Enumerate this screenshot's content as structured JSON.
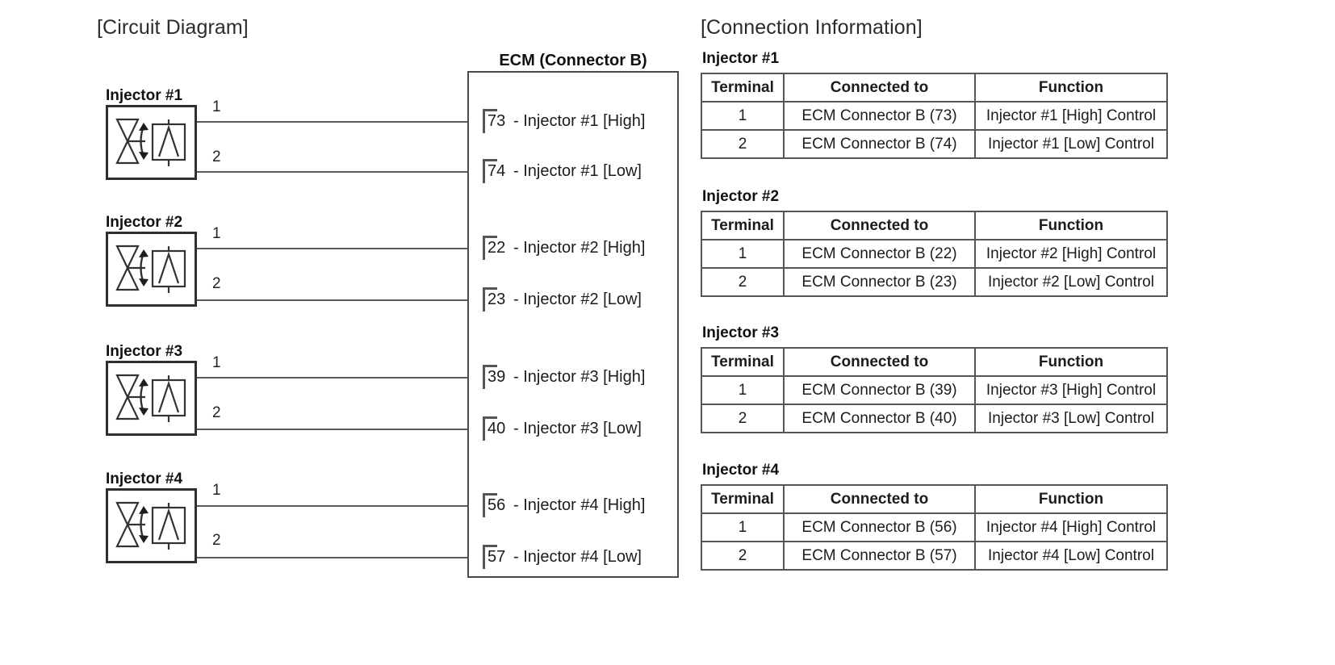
{
  "captions": {
    "circuit": "[Circuit Diagram]",
    "connection": "[Connection Information]"
  },
  "ecm": {
    "title": "ECM (Connector B)",
    "pins": [
      {
        "number": "73",
        "text": "- Injector #1 [High]"
      },
      {
        "number": "74",
        "text": "- Injector #1 [Low]"
      },
      {
        "number": "22",
        "text": "- Injector #2 [High]"
      },
      {
        "number": "23",
        "text": "- Injector #2 [Low]"
      },
      {
        "number": "39",
        "text": "- Injector #3 [High]"
      },
      {
        "number": "40",
        "text": "- Injector #3 [Low]"
      },
      {
        "number": "56",
        "text": "- Injector #4 [High]"
      },
      {
        "number": "57",
        "text": "- Injector #4 [Low]"
      }
    ]
  },
  "injectors": [
    {
      "label": "Injector #1",
      "terminal1": "1",
      "terminal2": "2"
    },
    {
      "label": "Injector #2",
      "terminal1": "1",
      "terminal2": "2"
    },
    {
      "label": "Injector #3",
      "terminal1": "1",
      "terminal2": "2"
    },
    {
      "label": "Injector #4",
      "terminal1": "1",
      "terminal2": "2"
    }
  ],
  "tables": {
    "headers": [
      "Terminal",
      "Connected to",
      "Function"
    ],
    "groups": [
      {
        "title": "Injector #1",
        "rows": [
          [
            "1",
            "ECM Connector B (73)",
            "Injector #1 [High] Control"
          ],
          [
            "2",
            "ECM Connector B (74)",
            "Injector #1 [Low] Control"
          ]
        ]
      },
      {
        "title": "Injector #2",
        "rows": [
          [
            "1",
            "ECM Connector B (22)",
            "Injector #2 [High] Control"
          ],
          [
            "2",
            "ECM Connector B (23)",
            "Injector #2 [Low] Control"
          ]
        ]
      },
      {
        "title": "Injector #3",
        "rows": [
          [
            "1",
            "ECM Connector B (39)",
            "Injector #3 [High] Control"
          ],
          [
            "2",
            "ECM Connector B (40)",
            "Injector #3 [Low] Control"
          ]
        ]
      },
      {
        "title": "Injector #4",
        "rows": [
          [
            "1",
            "ECM Connector B (56)",
            "Injector #4 [High] Control"
          ],
          [
            "2",
            "ECM Connector B (57)",
            "Injector #4 [Low] Control"
          ]
        ]
      }
    ]
  },
  "colors": {
    "ink": "#1c1c1c",
    "line": "#555555",
    "box": "#2f2f2f",
    "background": "#ffffff"
  }
}
